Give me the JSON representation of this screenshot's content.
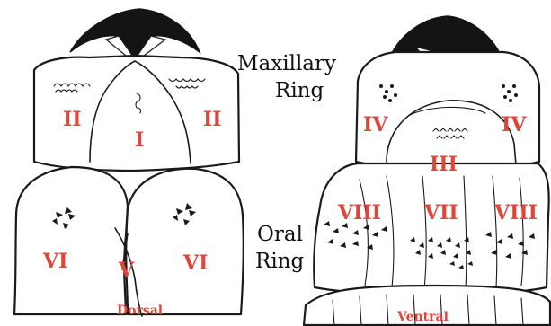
{
  "labels": {
    "maxillary_ring_line1": "Maxillary",
    "maxillary_ring_line2": "Ring",
    "oral_ring_line1": "Oral",
    "oral_ring_line2": "Ring",
    "dorsal": "Dorsal",
    "ventral": "Ventral"
  },
  "dorsal_view": {
    "regions": [
      "II",
      "I",
      "II",
      "VI",
      "V",
      "VI"
    ]
  },
  "ventral_view": {
    "regions": [
      "IV",
      "IV",
      "III",
      "VIII",
      "VII",
      "VIII"
    ]
  },
  "colors": {
    "region_label": "#e0453b",
    "outline": "#1a1a1a",
    "background": "#ffffff"
  }
}
